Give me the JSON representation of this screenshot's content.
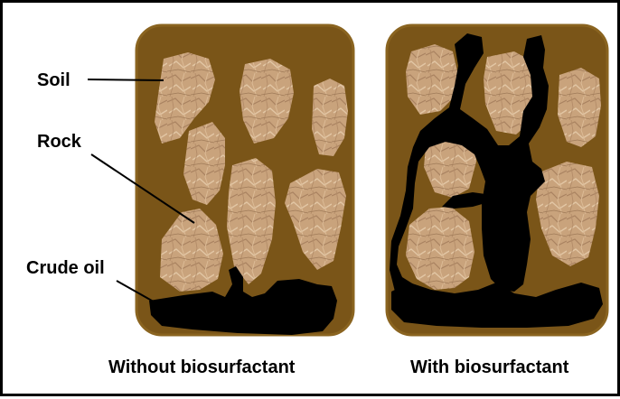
{
  "labels": {
    "soil": "Soil",
    "rock": "Rock",
    "crude_oil": "Crude oil"
  },
  "captions": {
    "left": "Without biosurfactant",
    "right": "With biosurfactant"
  },
  "colors": {
    "soil": "#7a5518",
    "soil_border": "#8a6420",
    "rock": "#c9a37c",
    "rock_shade": "#a98260",
    "rock_light": "#e2c6a4",
    "oil": "#000000",
    "frame": "#000000",
    "background": "#ffffff"
  }
}
